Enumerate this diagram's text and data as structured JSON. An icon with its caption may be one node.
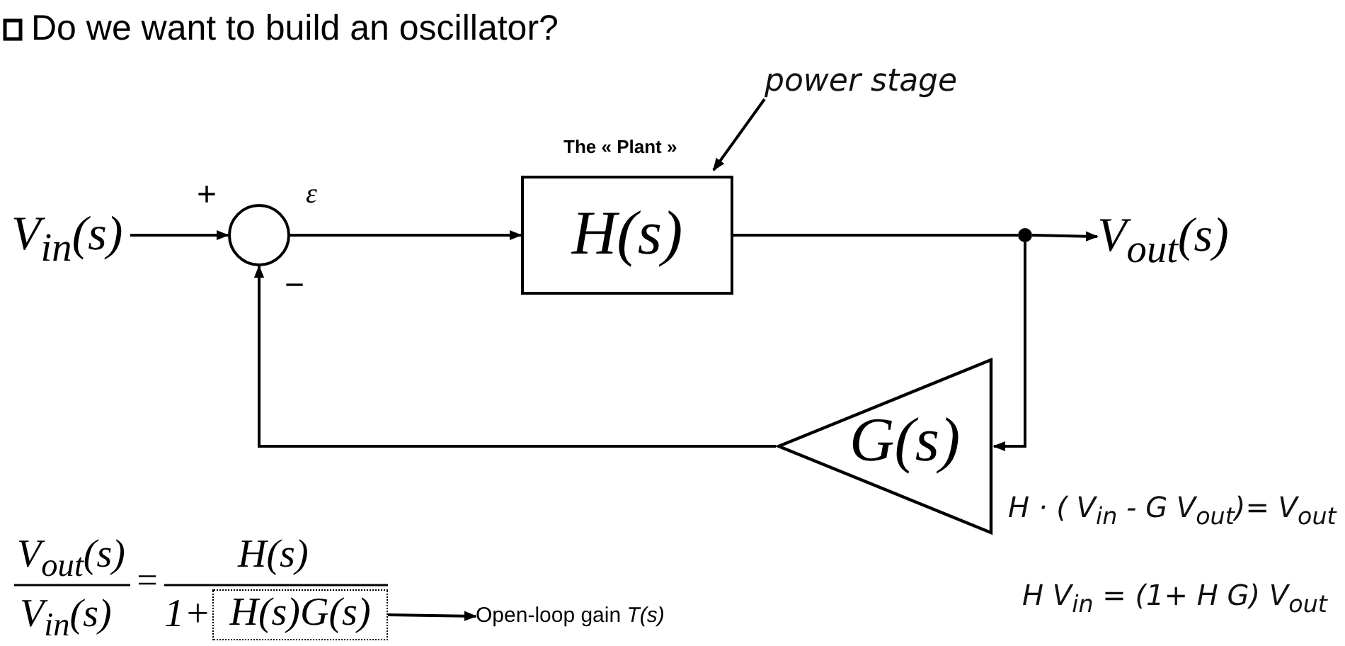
{
  "diagram": {
    "title": "Do we want to build an oscillator?",
    "nodes": [
      {
        "text": [
          "V$_{in}$(s)"
        ]
      },
      {
        "text": [],
        "shape": "circle",
        "beside": [
          "+",
          "−"
        ]
      },
      {
        "text": [
          "The « Plant »",
          "H(s)"
        ]
      },
      {
        "text": [
          "power stage"
        ]
      },
      {
        "text": [],
        "shape": "circle"
      },
      {
        "text": [
          "V$_{out}$(s)"
        ]
      },
      {
        "text": [
          "G(s)"
        ]
      },
      {
        "text": [
          "H(s)G(s)"
        ]
      },
      {
        "text": [
          "Open-loop gain *T(s)*"
        ]
      }
    ],
    "edges": [
      {
        "from": 0,
        "to": 1,
        "arrow": "to"
      },
      {
        "from": 1,
        "to": 2,
        "arrow": "to",
        "label": "ε"
      },
      {
        "from": 2,
        "to": 4,
        "arrow": "none"
      },
      {
        "from": 4,
        "to": 5,
        "arrow": "to"
      },
      {
        "from": 4,
        "to": 6,
        "arrow": "to"
      },
      {
        "from": 6,
        "to": 1,
        "arrow": "to"
      },
      {
        "from": 3,
        "to": 2,
        "arrow": "to"
      },
      {
        "from": 7,
        "to": 8,
        "arrow": "to"
      }
    ],
    "labels": [
      "V$_{out}$(s)",
      "V$_{in}$(s)",
      "=",
      "H(s)",
      "1+",
      "H · ( V$_{in}$ - G V$_{out}$)= V$_{out}$",
      "H V$_{in}$ = (1+ H G) V$_{out}$"
    ]
  }
}
